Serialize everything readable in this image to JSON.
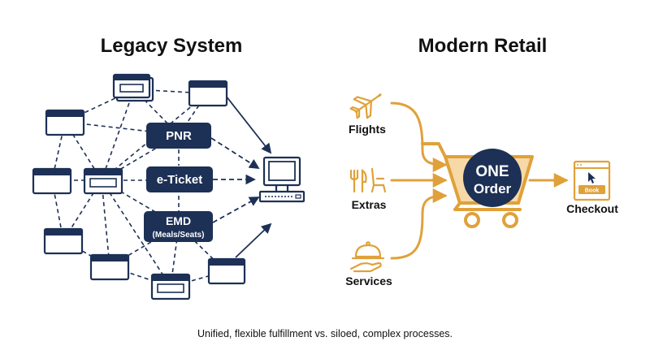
{
  "colors": {
    "navy": "#1d3055",
    "orange": "#e0a13a",
    "white": "#ffffff",
    "text": "#111111"
  },
  "legacy": {
    "title": "Legacy System",
    "nodes": {
      "pnr": "PNR",
      "eticket": "e-Ticket",
      "emd_main": "EMD",
      "emd_sub": "(Meals/Seats)"
    },
    "icons": [
      "window-icon",
      "computer-terminal-icon"
    ]
  },
  "modern": {
    "title": "Modern Retail",
    "inputs": [
      {
        "label": "Flights",
        "icon": "airplane-icon"
      },
      {
        "label": "Extras",
        "icon": "fork-knife-seat-icon"
      },
      {
        "label": "Services",
        "icon": "cloche-hand-icon"
      }
    ],
    "cart_line1": "ONE",
    "cart_line2": "Order",
    "checkout": {
      "label": "Checkout",
      "button": "Book",
      "icon": "browser-window-icon"
    }
  },
  "caption": "Unified, flexible fulfillment vs. siloed, complex processes."
}
